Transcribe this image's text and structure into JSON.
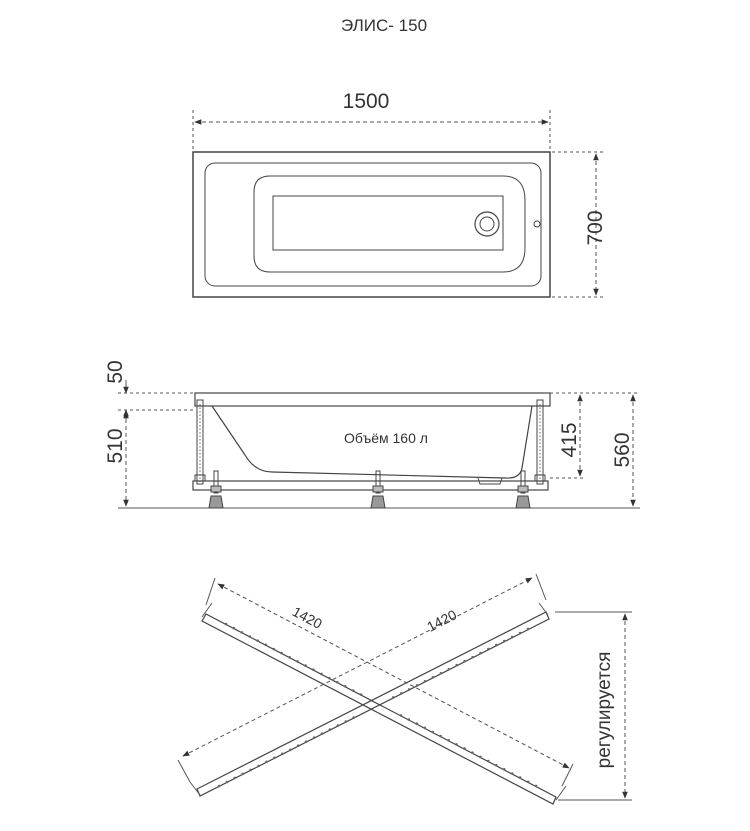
{
  "title": "ЭЛИС- 150",
  "top_view": {
    "length_label": "1500",
    "width_label": "700"
  },
  "side_view": {
    "rim_label": "50",
    "height_label": "510",
    "depth_label": "415",
    "total_height_label": "560",
    "volume_label": "Объём 160 л"
  },
  "frame_view": {
    "rail_left_label": "1420",
    "rail_right_label": "1420",
    "adjustable_label": "регулируется"
  }
}
